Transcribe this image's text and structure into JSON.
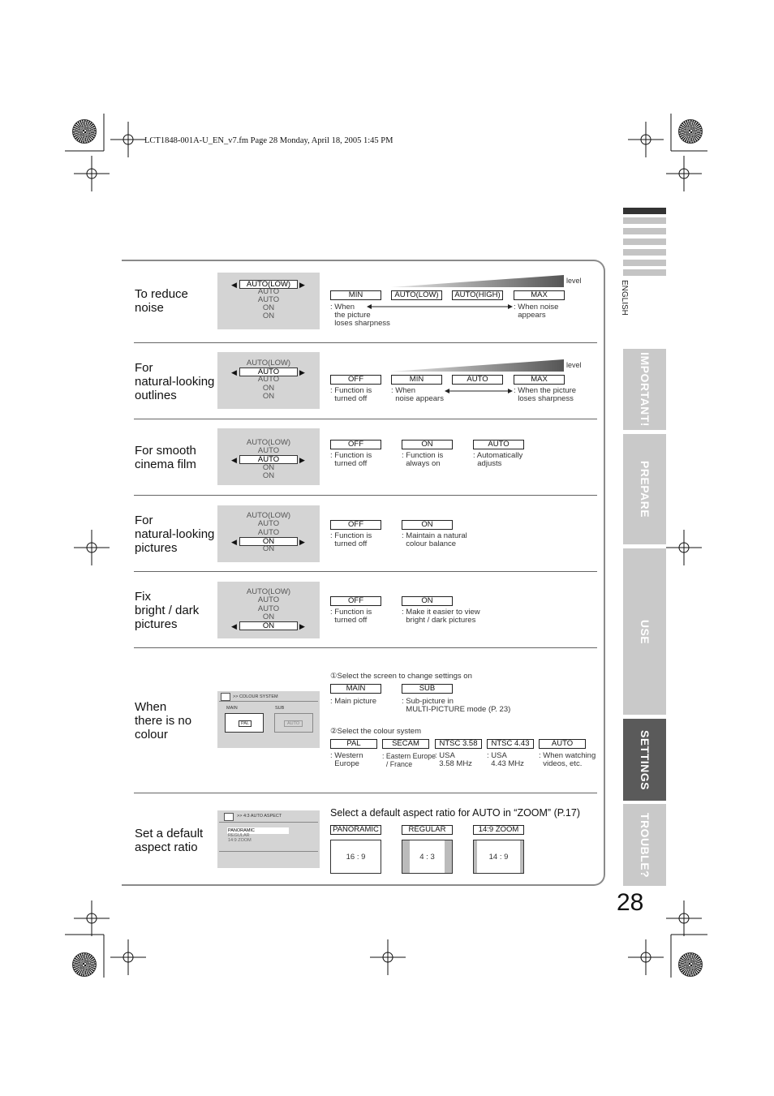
{
  "header": {
    "file_info": "LCT1848-001A-U_EN_v7.fm  Page 28  Monday, April 18, 2005  1:45 PM"
  },
  "side": {
    "language": "ENGLISH",
    "tabs": [
      "IMPORTANT!",
      "PREPARE",
      "USE",
      "SETTINGS",
      "TROUBLE?"
    ],
    "active_tab": "SETTINGS"
  },
  "page_number": "28",
  "menu_items": [
    "AUTO(LOW)",
    "AUTO",
    "AUTO",
    "ON",
    "ON"
  ],
  "level_label": "level",
  "rows": [
    {
      "label": "To reduce\nnoise",
      "options": [
        "MIN",
        "AUTO(LOW)",
        "AUTO(HIGH)",
        "MAX"
      ],
      "descs": [
        ": When\n  the picture\n  loses sharpness",
        ": When noise\n  appears"
      ]
    },
    {
      "label": "For\nnatural-looking\noutlines",
      "options": [
        "OFF",
        "MIN",
        "AUTO",
        "MAX"
      ],
      "descs": [
        ": Function is\n  turned off",
        ": When\n  noise appears",
        ": When the picture\n  loses sharpness"
      ]
    },
    {
      "label": "For smooth\ncinema film",
      "options": [
        "OFF",
        "ON",
        "AUTO"
      ],
      "descs": [
        ": Function is\n  turned off",
        ": Function is\n  always on",
        ": Automatically\n  adjusts"
      ]
    },
    {
      "label": "For\nnatural-looking\npictures",
      "options": [
        "OFF",
        "ON"
      ],
      "descs": [
        ": Function is\n  turned off",
        ": Maintain a natural\n  colour balance"
      ]
    },
    {
      "label": "Fix\nbright / dark\npictures",
      "options": [
        "OFF",
        "ON"
      ],
      "descs": [
        ": Function is\n  turned off",
        ": Make it easier to view\n  bright / dark pictures"
      ]
    },
    {
      "label": "When\nthere is no\ncolour",
      "step1": "①Select the screen to change settings on",
      "screens": [
        "MAIN",
        "SUB"
      ],
      "screen_descs": [
        ": Main picture",
        ": Sub-picture in\n  MULTI-PICTURE mode (P. 23)"
      ],
      "step2": "②Select the colour system",
      "systems": [
        "PAL",
        "SECAM",
        "NTSC 3.58",
        "NTSC 4.43",
        "AUTO"
      ],
      "system_descs": [
        ": Western\n  Europe",
        ": Eastern Europe\n  / France",
        ": USA\n  3.58 MHz",
        ": USA\n  4.43 MHz",
        ": When watching\n  videos, etc."
      ],
      "mini": {
        "title": ">> COLOUR SYSTEM",
        "main": "MAIN",
        "sub": "SUB",
        "pal": "PAL",
        "auto": "AUTO"
      }
    },
    {
      "label": "Set a default\naspect ratio",
      "intro": "Select a default aspect ratio for AUTO in “ZOOM” (P.17)",
      "options": [
        "PANORAMIC",
        "REGULAR",
        "14:9 ZOOM"
      ],
      "ratios": [
        "16 : 9",
        "4 : 3",
        "14 : 9"
      ],
      "mini": {
        "title": ">> 4:3 AUTO ASPECT",
        "items": [
          "PANORAMIC",
          "REGULAR",
          "14:9 ZOOM"
        ]
      }
    }
  ]
}
